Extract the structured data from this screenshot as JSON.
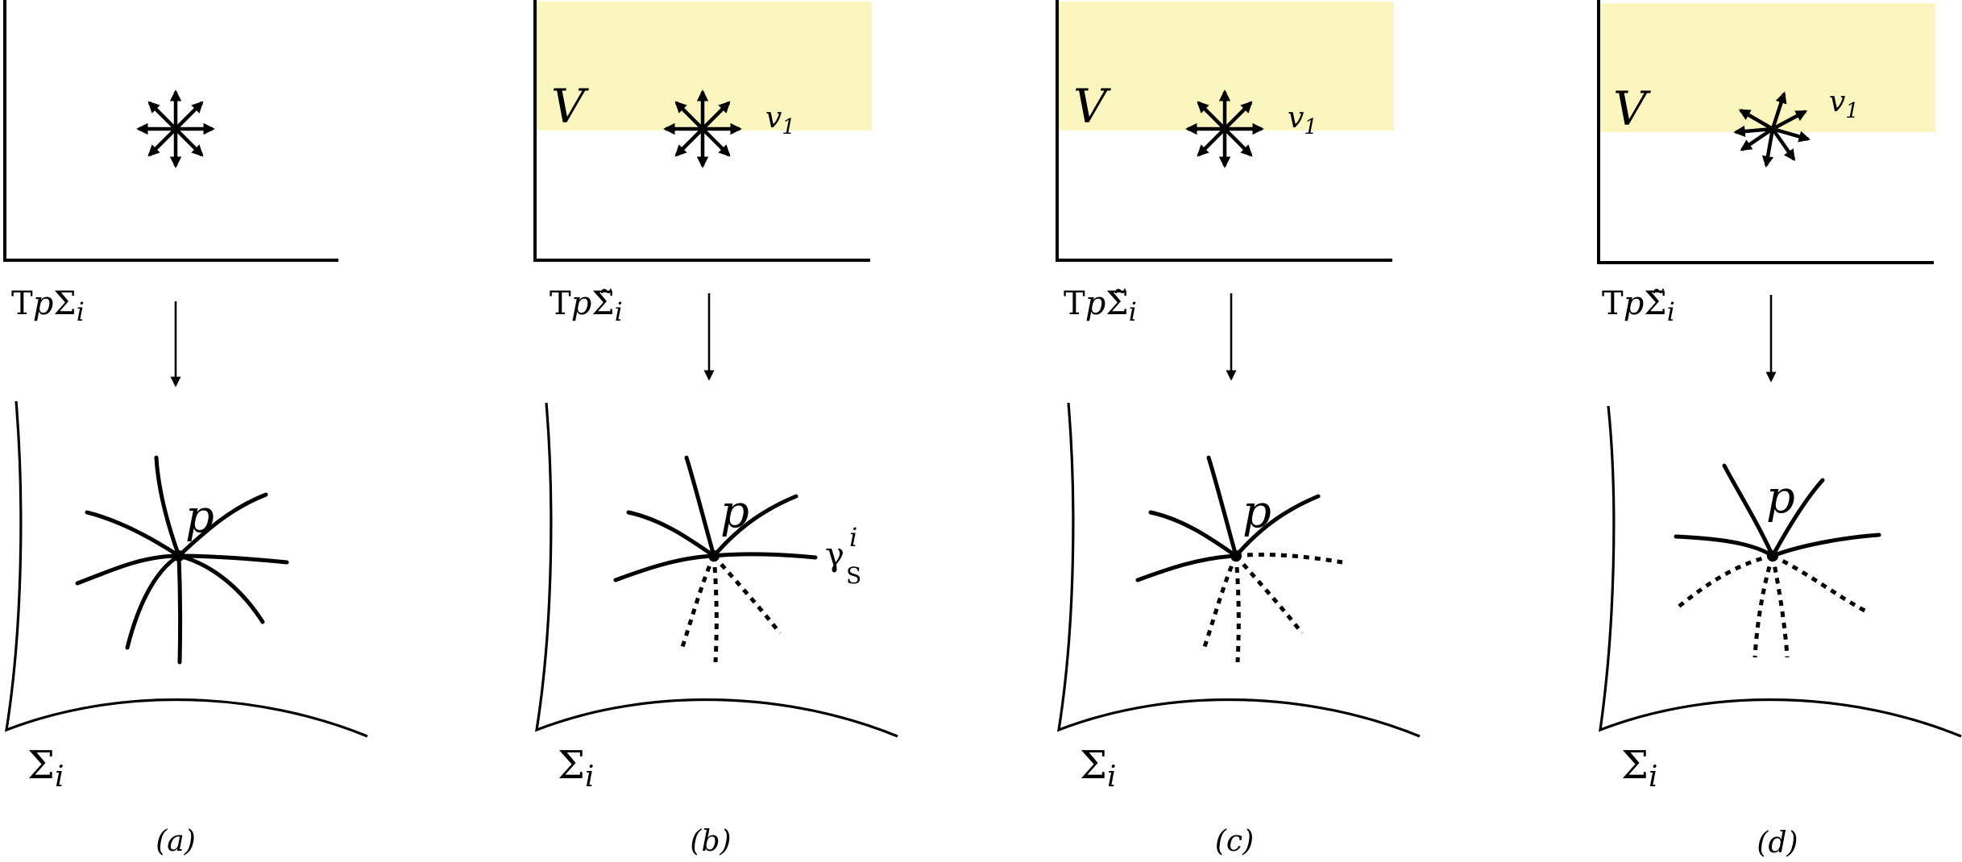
{
  "colors": {
    "highlight": "#fbf6c0",
    "ink": "#000000"
  },
  "panels": [
    {
      "caption": "(a)",
      "tangent_label": "T",
      "tangent_sub": "p",
      "tangent_sym": "Σ",
      "tangent_idx": "i",
      "surface_sym": "Σ",
      "surface_idx": "i",
      "point_label": "p"
    },
    {
      "caption": "(b)",
      "tangent_label": "T",
      "tangent_sub": "p",
      "tangent_sym": "Σ̃",
      "tangent_idx": "i",
      "surface_sym": "Σ",
      "surface_idx": "i",
      "point_label": "p",
      "region_label": "V",
      "vector_label": "v",
      "vector_idx": "1",
      "curve_label": "γ",
      "curve_sub": "S",
      "curve_sup": "i"
    },
    {
      "caption": "(c)",
      "tangent_label": "T",
      "tangent_sub": "p",
      "tangent_sym": "Σ̃",
      "tangent_idx": "i",
      "surface_sym": "Σ",
      "surface_idx": "i",
      "point_label": "p",
      "region_label": "V",
      "vector_label": "v",
      "vector_idx": "1"
    },
    {
      "caption": "(d)",
      "tangent_label": "T",
      "tangent_sub": "p",
      "tangent_sym": "Σ̃",
      "tangent_idx": "i",
      "surface_sym": "Σ",
      "surface_idx": "i",
      "point_label": "p",
      "region_label": "V",
      "vector_label": "v",
      "vector_idx": "1"
    }
  ]
}
